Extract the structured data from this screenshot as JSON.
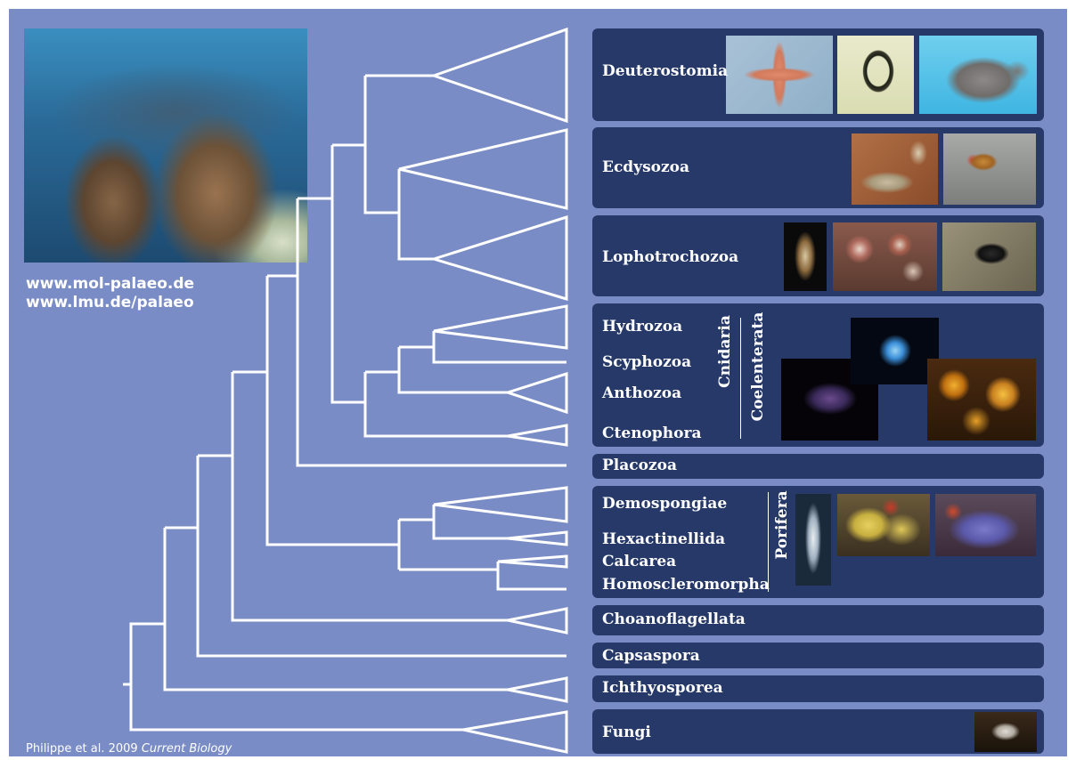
{
  "links": {
    "url1": "www.mol-palaeo.de",
    "url2": "www.lmu.de/palaeo"
  },
  "citation": {
    "authors": "Philippe et al. 2009",
    "journal": "Current Biology"
  },
  "taxa": {
    "deuterostomia": "Deuterostomia",
    "ecdysozoa": "Ecdysozoa",
    "lophotrochozoa": "Lophotrochozoa",
    "hydrozoa": "Hydrozoa",
    "scyphozoa": "Scyphozoa",
    "anthozoa": "Anthozoa",
    "ctenophora": "Ctenophora",
    "placozoa": "Placozoa",
    "demospongiae": "Demospongiae",
    "hexactinellida": "Hexactinellida",
    "calcarea": "Calcarea",
    "homoscleromorpha": "Homoscleromorpha",
    "choanoflagellata": "Choanoflagellata",
    "capsaspora": "Capsaspora",
    "ichthyosporea": "Ichthyosporea",
    "fungi": "Fungi"
  },
  "groups": {
    "cnidaria": "Cnidaria",
    "coelenterata": "Coelenterata",
    "porifera": "Porifera"
  },
  "photos": [
    {
      "name": "reef-sponge-photo",
      "subject": "barrel sponge on coral reef"
    },
    {
      "name": "starfish-photo",
      "subject": "starfish"
    },
    {
      "name": "acorn-worm-photo",
      "subject": "acorn worm"
    },
    {
      "name": "mouse-photo",
      "subject": "mouse"
    },
    {
      "name": "nematode-photo",
      "subject": "nematode"
    },
    {
      "name": "fruit-fly-photo",
      "subject": "fruit fly"
    },
    {
      "name": "cone-shell-photo",
      "subject": "cone snail shell"
    },
    {
      "name": "tube-worm-photo",
      "subject": "tube worms"
    },
    {
      "name": "lingula-photo",
      "subject": "brachiopod"
    },
    {
      "name": "comb-jelly-photo",
      "subject": "comb jelly"
    },
    {
      "name": "moon-jelly-photo",
      "subject": "moon jellyfish"
    },
    {
      "name": "sun-coral-photo",
      "subject": "sun coral polyps"
    },
    {
      "name": "glass-sponge-photo",
      "subject": "glass sponge"
    },
    {
      "name": "yellow-sponge-photo",
      "subject": "yellow sponge"
    },
    {
      "name": "purple-sponge-photo",
      "subject": "encrusting sponge"
    },
    {
      "name": "mushroom-photo",
      "subject": "mushroom"
    }
  ],
  "colors": {
    "background": "#7a8cc6",
    "panel": "#263969",
    "tree_line": "#ffffff",
    "text": "#ffffff"
  }
}
